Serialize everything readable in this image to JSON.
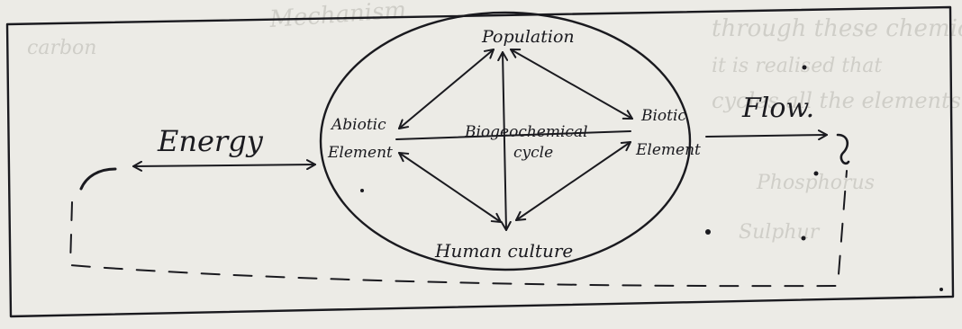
{
  "diagram": {
    "nodes": {
      "population": "Population",
      "abiotic": [
        "Abiotic",
        "Element"
      ],
      "biotic": [
        "Biotic",
        "Element"
      ],
      "center": [
        "Biogeochemical",
        "cycle"
      ],
      "human": "Human culture"
    },
    "energy_label": "Energy",
    "flow_label": "Flow."
  },
  "colors": {
    "paper": "#ecebe6",
    "ink": "#1a1a1f",
    "bleed": "#b9b7b0"
  }
}
